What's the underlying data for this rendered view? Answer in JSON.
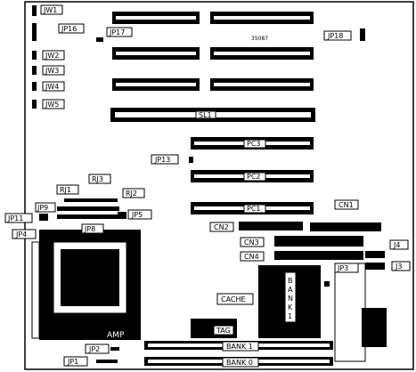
{
  "labels": {
    "jw1": "JW1",
    "jw2": "JW2",
    "jw3": "JW3",
    "jw4": "JW4",
    "jw5": "JW5",
    "jp16": "JP16",
    "jp17": "JP17",
    "jp18": "JP18",
    "board_number": "35087",
    "sl1": "SL1",
    "pc1": "PC1",
    "pc2": "PC2",
    "pc3": "PC3",
    "jp13": "JP13",
    "rj1": "RJ1",
    "rj2": "RJ2",
    "rj3": "RJ3",
    "jp9": "JP9",
    "jp11": "JP11",
    "jp4": "JP4",
    "jp5": "JP5",
    "jp8": "JP8",
    "cn1": "CN1",
    "cn2": "CN2",
    "cn3": "CN3",
    "cn4": "CN4",
    "j3": "J3",
    "j4": "J4",
    "jp3": "JP3",
    "cache": "CACHE",
    "bank_vertical": [
      "B",
      "A",
      "N",
      "K",
      "1"
    ],
    "amp": "AMP",
    "tag": "TAG",
    "bank1": "BANK 1",
    "bank0": "BANK 0",
    "jp2": "JP2",
    "jp1": "JP1"
  }
}
